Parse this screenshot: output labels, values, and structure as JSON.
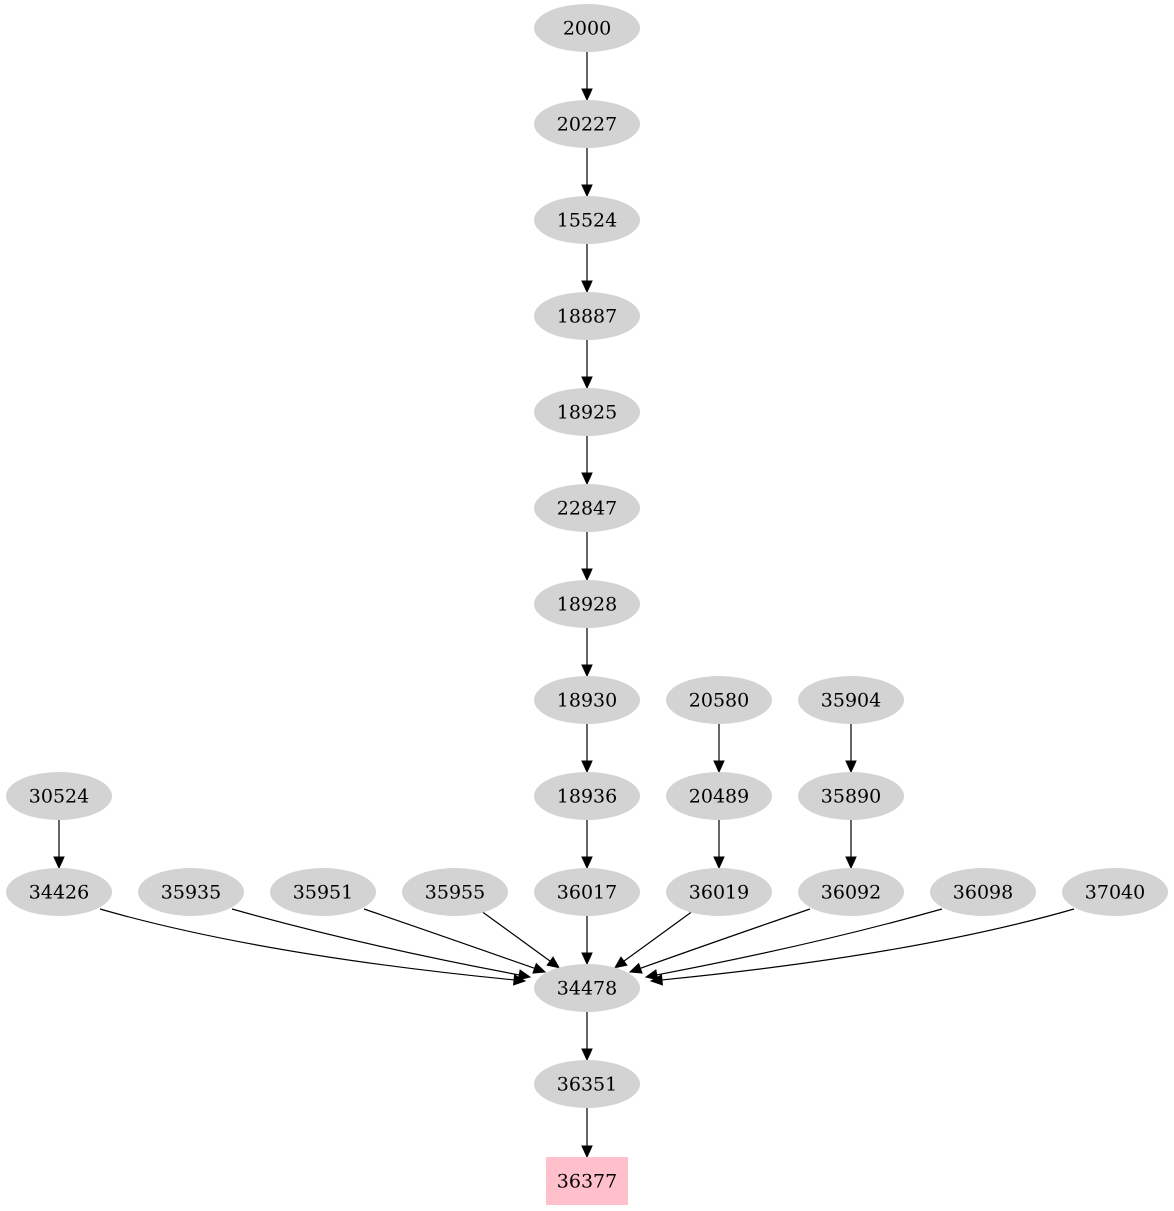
{
  "diagram": {
    "type": "directed-graph",
    "colors": {
      "node_fill": "#d3d3d3",
      "target_fill": "#ffc0cb",
      "edge": "#000000",
      "text": "#000000"
    },
    "nodes": [
      {
        "id": "2000",
        "label": "2000",
        "shape": "ellipse"
      },
      {
        "id": "20227",
        "label": "20227",
        "shape": "ellipse"
      },
      {
        "id": "15524",
        "label": "15524",
        "shape": "ellipse"
      },
      {
        "id": "18887",
        "label": "18887",
        "shape": "ellipse"
      },
      {
        "id": "18925",
        "label": "18925",
        "shape": "ellipse"
      },
      {
        "id": "22847",
        "label": "22847",
        "shape": "ellipse"
      },
      {
        "id": "18928",
        "label": "18928",
        "shape": "ellipse"
      },
      {
        "id": "18930",
        "label": "18930",
        "shape": "ellipse"
      },
      {
        "id": "20580",
        "label": "20580",
        "shape": "ellipse"
      },
      {
        "id": "35904",
        "label": "35904",
        "shape": "ellipse"
      },
      {
        "id": "30524",
        "label": "30524",
        "shape": "ellipse"
      },
      {
        "id": "18936",
        "label": "18936",
        "shape": "ellipse"
      },
      {
        "id": "20489",
        "label": "20489",
        "shape": "ellipse"
      },
      {
        "id": "35890",
        "label": "35890",
        "shape": "ellipse"
      },
      {
        "id": "34426",
        "label": "34426",
        "shape": "ellipse"
      },
      {
        "id": "35935",
        "label": "35935",
        "shape": "ellipse"
      },
      {
        "id": "35951",
        "label": "35951",
        "shape": "ellipse"
      },
      {
        "id": "35955",
        "label": "35955",
        "shape": "ellipse"
      },
      {
        "id": "36017",
        "label": "36017",
        "shape": "ellipse"
      },
      {
        "id": "36019",
        "label": "36019",
        "shape": "ellipse"
      },
      {
        "id": "36092",
        "label": "36092",
        "shape": "ellipse"
      },
      {
        "id": "36098",
        "label": "36098",
        "shape": "ellipse"
      },
      {
        "id": "37040",
        "label": "37040",
        "shape": "ellipse"
      },
      {
        "id": "34478",
        "label": "34478",
        "shape": "ellipse"
      },
      {
        "id": "36351",
        "label": "36351",
        "shape": "ellipse"
      },
      {
        "id": "36377",
        "label": "36377",
        "shape": "box",
        "highlight": true
      }
    ],
    "edges": [
      {
        "from": "2000",
        "to": "20227"
      },
      {
        "from": "20227",
        "to": "15524"
      },
      {
        "from": "15524",
        "to": "18887"
      },
      {
        "from": "18887",
        "to": "18925"
      },
      {
        "from": "18925",
        "to": "22847"
      },
      {
        "from": "22847",
        "to": "18928"
      },
      {
        "from": "18928",
        "to": "18930"
      },
      {
        "from": "18930",
        "to": "18936"
      },
      {
        "from": "18936",
        "to": "36017"
      },
      {
        "from": "20580",
        "to": "20489"
      },
      {
        "from": "20489",
        "to": "36019"
      },
      {
        "from": "35904",
        "to": "35890"
      },
      {
        "from": "35890",
        "to": "36092"
      },
      {
        "from": "30524",
        "to": "34426"
      },
      {
        "from": "34426",
        "to": "34478"
      },
      {
        "from": "35935",
        "to": "34478"
      },
      {
        "from": "35951",
        "to": "34478"
      },
      {
        "from": "35955",
        "to": "34478"
      },
      {
        "from": "36017",
        "to": "34478"
      },
      {
        "from": "36019",
        "to": "34478"
      },
      {
        "from": "36092",
        "to": "34478"
      },
      {
        "from": "36098",
        "to": "34478"
      },
      {
        "from": "37040",
        "to": "34478"
      },
      {
        "from": "34478",
        "to": "36351"
      },
      {
        "from": "36351",
        "to": "36377"
      }
    ]
  }
}
